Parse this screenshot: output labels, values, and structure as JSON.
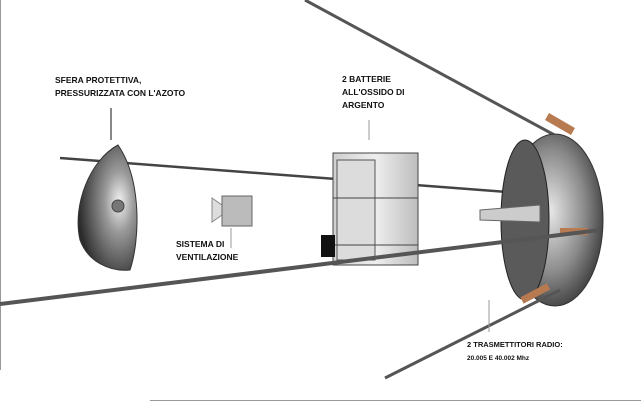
{
  "labels": {
    "sphere": [
      "SFERA PROTETTIVA,",
      "PRESSURIZZATA CON L'AZOTO"
    ],
    "batteries": [
      "2 BATTERIE",
      "ALL'OSSIDO DI",
      "ARGENTO"
    ],
    "ventilation": [
      "SISTEMA DI",
      "VENTILAZIONE"
    ],
    "transmitters": [
      "2 TRASMETTITORI RADIO:",
      "20.005 E 40.002 Mhz"
    ]
  }
}
